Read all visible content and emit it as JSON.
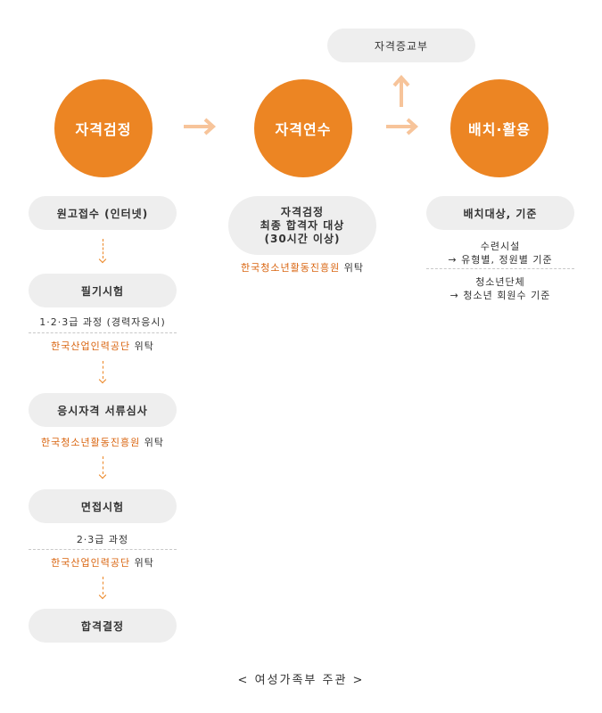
{
  "colors": {
    "accent": "#ec8523",
    "accent_light": "#f7c49a",
    "pill_bg": "#eeeeee",
    "org_text": "#d9640f"
  },
  "top": {
    "issue_label": "자격증교부"
  },
  "stages": [
    {
      "label": "자격검정"
    },
    {
      "label": "자격연수"
    },
    {
      "label": "배치·활용"
    }
  ],
  "left_column": {
    "step1": "원고접수 (인터넷)",
    "step2": "필기시험",
    "step2_note": "1·2·3급 과정 (경력자응시)",
    "step2_org": "한국산업인력공단",
    "step2_org_suffix": "위탁",
    "step3": "응시자격 서류심사",
    "step3_org": "한국청소년활동진흥원",
    "step3_org_suffix": "위탁",
    "step4": "면접시험",
    "step4_note": "2·3급 과정",
    "step4_org": "한국산업인력공단",
    "step4_org_suffix": "위탁",
    "step5": "합격결정"
  },
  "middle_column": {
    "box_line1": "자격검정",
    "box_line2": "최종 합격자 대상",
    "box_line3": "(30시간 이상)",
    "org": "한국청소년활동진흥원",
    "org_suffix": "위탁"
  },
  "right_column": {
    "box": "배치대상, 기준",
    "item1_title": "수련시설",
    "item1_detail": "→ 유형별, 정원별 기준",
    "item2_title": "청소년단체",
    "item2_detail": "→ 청소년 회원수 기준"
  },
  "footer": {
    "text": "< 여성가족부 주관 >"
  }
}
